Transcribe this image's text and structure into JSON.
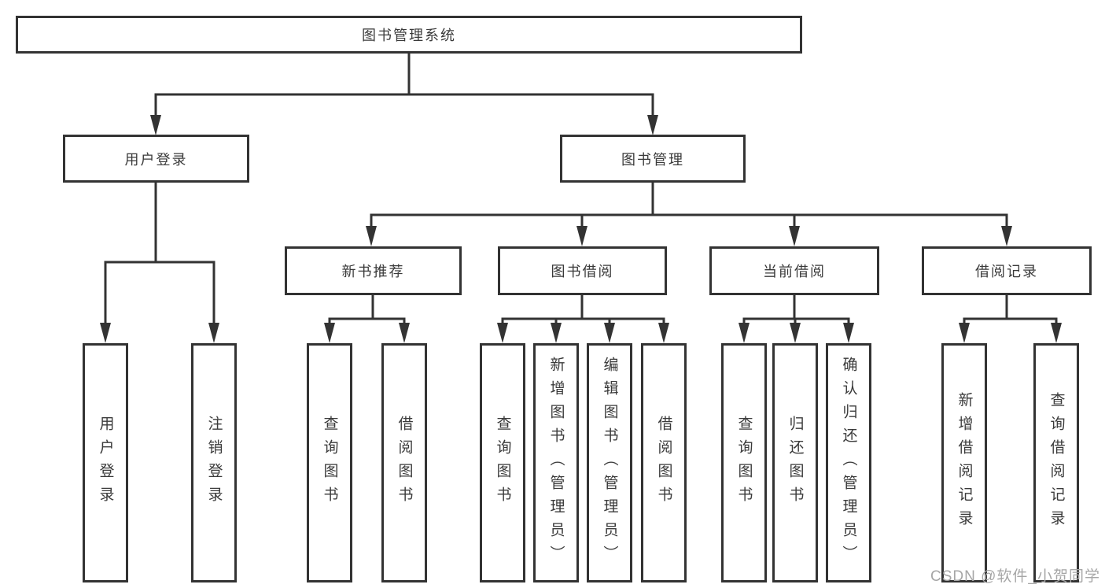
{
  "diagram": {
    "root": {
      "label": "图书管理系统"
    },
    "user_login": {
      "label": "用户登录",
      "leaves": [
        "用户登录",
        "注销登录"
      ]
    },
    "book_mgmt": {
      "label": "图书管理",
      "children": [
        {
          "label": "新书推荐",
          "leaves": [
            "查询图书",
            "借阅图书"
          ]
        },
        {
          "label": "图书借阅",
          "leaves": [
            "查询图书",
            "新增图书（管理员）",
            "编辑图书（管理员）",
            "借阅图书"
          ]
        },
        {
          "label": "当前借阅",
          "leaves": [
            "查询图书",
            "归还图书",
            "确认归还（管理员）"
          ]
        },
        {
          "label": "借阅记录",
          "leaves": [
            "新增借阅记录",
            "查询借阅记录"
          ]
        }
      ]
    },
    "watermark": "CSDN @软件_小贺同学",
    "colors": {
      "line": "#333333",
      "text": "#3a3a3a",
      "watermark": "#a6a6a6",
      "background": "#ffffff"
    }
  }
}
